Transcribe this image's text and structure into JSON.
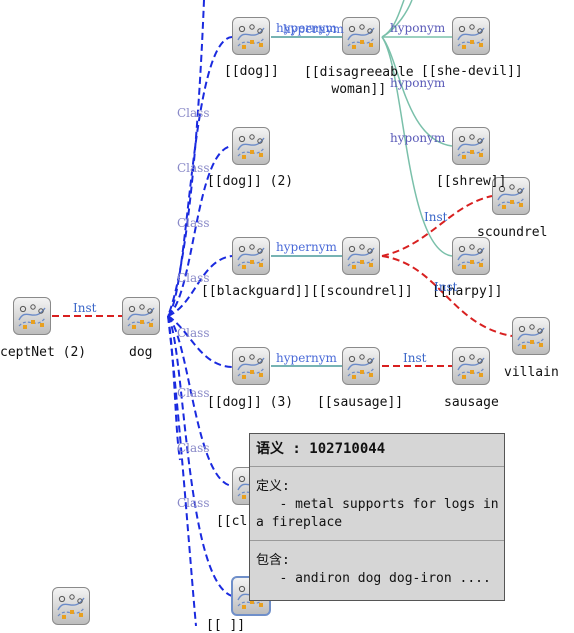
{
  "edge_labels": {
    "class": "Class",
    "hypernym": "hypernym",
    "hyponym": "hyponym",
    "inst": "Inst"
  },
  "nodes": {
    "conceptnet": "ceptNet (2)",
    "dog": "dog",
    "dog_sense1": "[[dog]]",
    "disagreeable_woman": "[[disagreeable\nwoman]]",
    "she_devil": "[[she-devil]]",
    "dog_sense2": "[[dog]] (2)",
    "shrew": "[[shrew]]",
    "scoundrel": "scoundrel",
    "blackguard": "[[blackguard]]",
    "scoundrel_syn": "[[scoundrel]]",
    "harpy": "[[harpy]]",
    "villain": "villain",
    "dog_sense3": "[[dog]] (3)",
    "sausage_syn": "[[sausage]]",
    "sausage": "sausage",
    "partial_cl": "[[cl",
    "partial_bottom": "[[   ]]"
  },
  "tooltip": {
    "title": "语义 : 102710044",
    "definition_label": "定义:",
    "definition_text": "   - metal supports for logs in a fireplace",
    "contains_label": "包含:",
    "contains_text": "   - andiron dog dog-iron ...."
  },
  "colors": {
    "class_edge": "#1a2adf",
    "inst_edge": "#d82020",
    "hypernym_edge": "#4a9a9a",
    "hyponym_edge": "#7ac0aa",
    "tooltip_bg": "#d6d6d6"
  }
}
